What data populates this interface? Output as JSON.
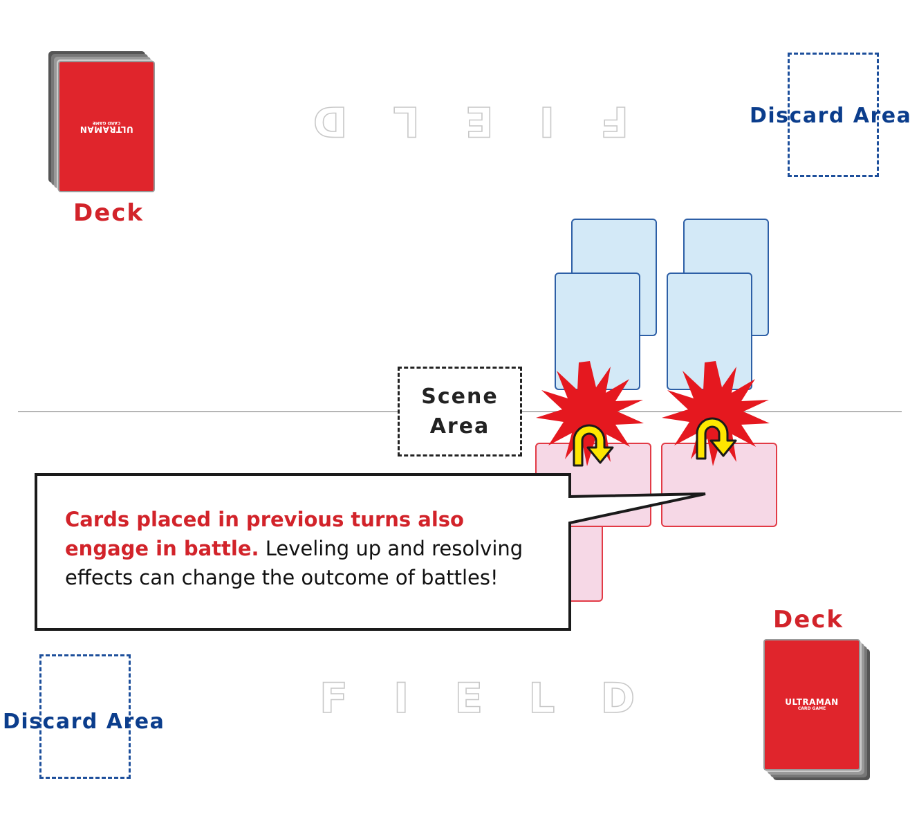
{
  "decks": {
    "top_label": "Deck",
    "bottom_label": "Deck",
    "card_logo": "ULTRAMAN",
    "card_sub": "CARD GAME"
  },
  "discard": {
    "top_label": "Discard Area",
    "bottom_label": "Discard Area"
  },
  "field": {
    "top_text": "FIELD",
    "bottom_text": "FIELD"
  },
  "scene": {
    "line1": "Scene",
    "line2": "Area"
  },
  "callout": {
    "highlight": "Cards placed in previous turns also engage in battle.",
    "body": "Leveling up and resolving effects can change the outcome of battles!"
  },
  "colors": {
    "deck_red": "#d2232a",
    "discard_blue": "#0b3d8c",
    "card_blue_fill": "#d3e9f7",
    "card_pink_fill": "#f6d8e6",
    "burst_red": "#e5181f",
    "arrow_yellow": "#ffe600"
  },
  "icons": {
    "clash": "red-burst-icon",
    "turn": "u-turn-arrow-icon"
  }
}
